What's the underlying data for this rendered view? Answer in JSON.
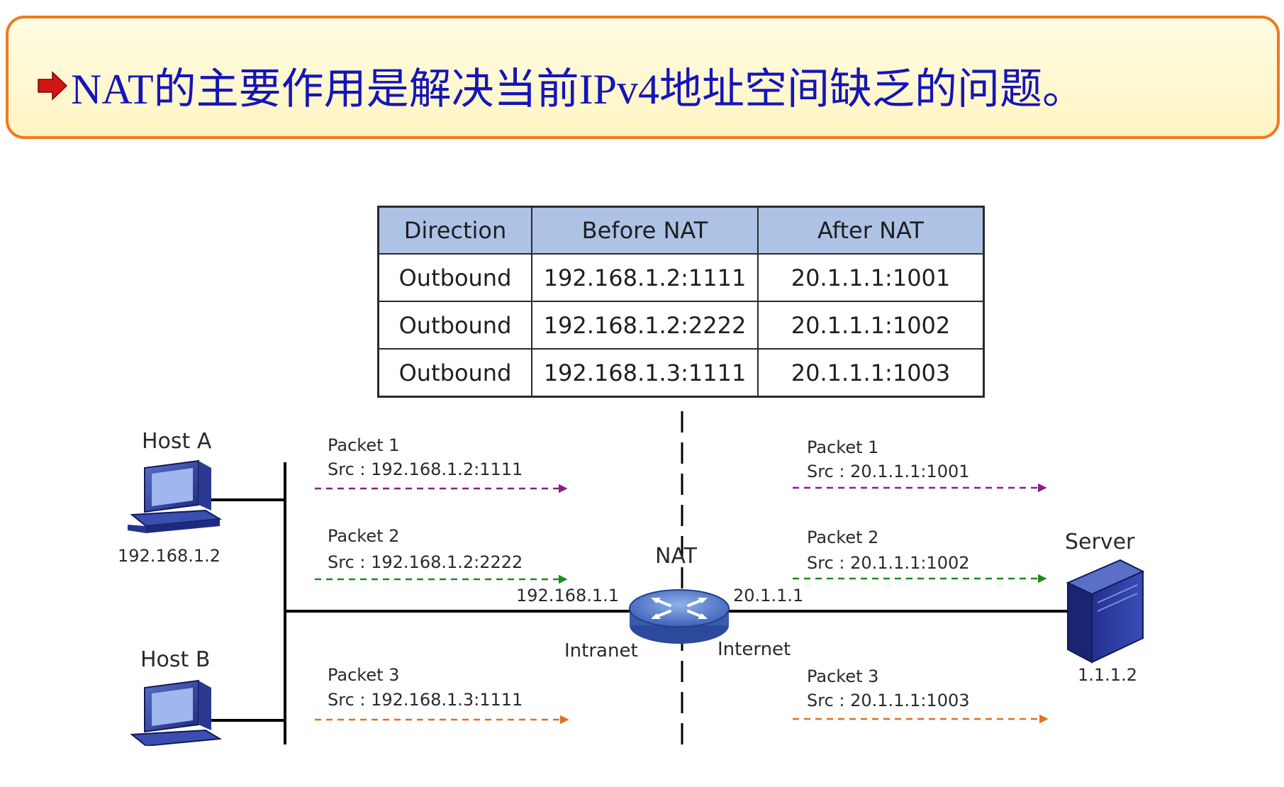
{
  "banner": {
    "text": "NAT的主要作用是解决当前IPv4地址空间缺乏的问题。",
    "border_color": "#F07A1E",
    "text_color": "#1515B8",
    "bullet_icon": "red-right-arrow-icon"
  },
  "table": {
    "headers": [
      "Direction",
      "Before NAT",
      "After NAT"
    ],
    "rows": [
      [
        "Outbound",
        "192.168.1.2:1111",
        "20.1.1.1:1001"
      ],
      [
        "Outbound",
        "192.168.1.2:2222",
        "20.1.1.1:1002"
      ],
      [
        "Outbound",
        "192.168.1.3:1111",
        "20.1.1.1:1003"
      ]
    ],
    "header_color": "#AEC2E6"
  },
  "diagram": {
    "host_a": {
      "name": "Host A",
      "ip": "192.168.1.2",
      "icon": "desktop-computer-icon"
    },
    "host_b": {
      "name": "Host B",
      "icon": "desktop-computer-icon"
    },
    "server": {
      "name": "Server",
      "ip": "1.1.1.2",
      "icon": "server-tower-icon"
    },
    "nat": {
      "name": "NAT",
      "icon": "router-icon",
      "inside_ip": "192.168.1.1",
      "outside_ip": "20.1.1.1",
      "inside_label": "Intranet",
      "outside_label": "Internet"
    },
    "packets_in": [
      {
        "name": "Packet 1",
        "src": "Src : 192.168.1.2:1111",
        "color": "#8B1C8B"
      },
      {
        "name": "Packet 2",
        "src": "Src : 192.168.1.2:2222",
        "color": "#1E8A1E"
      },
      {
        "name": "Packet 3",
        "src": "Src : 192.168.1.3:1111",
        "color": "#E0701C"
      }
    ],
    "packets_out": [
      {
        "name": "Packet 1",
        "src": "Src : 20.1.1.1:1001",
        "color": "#8B1C8B"
      },
      {
        "name": "Packet 2",
        "src": "Src : 20.1.1.1:1002",
        "color": "#1E8A1E"
      },
      {
        "name": "Packet 3",
        "src": "Src : 20.1.1.1:1003",
        "color": "#E0701C"
      }
    ]
  }
}
